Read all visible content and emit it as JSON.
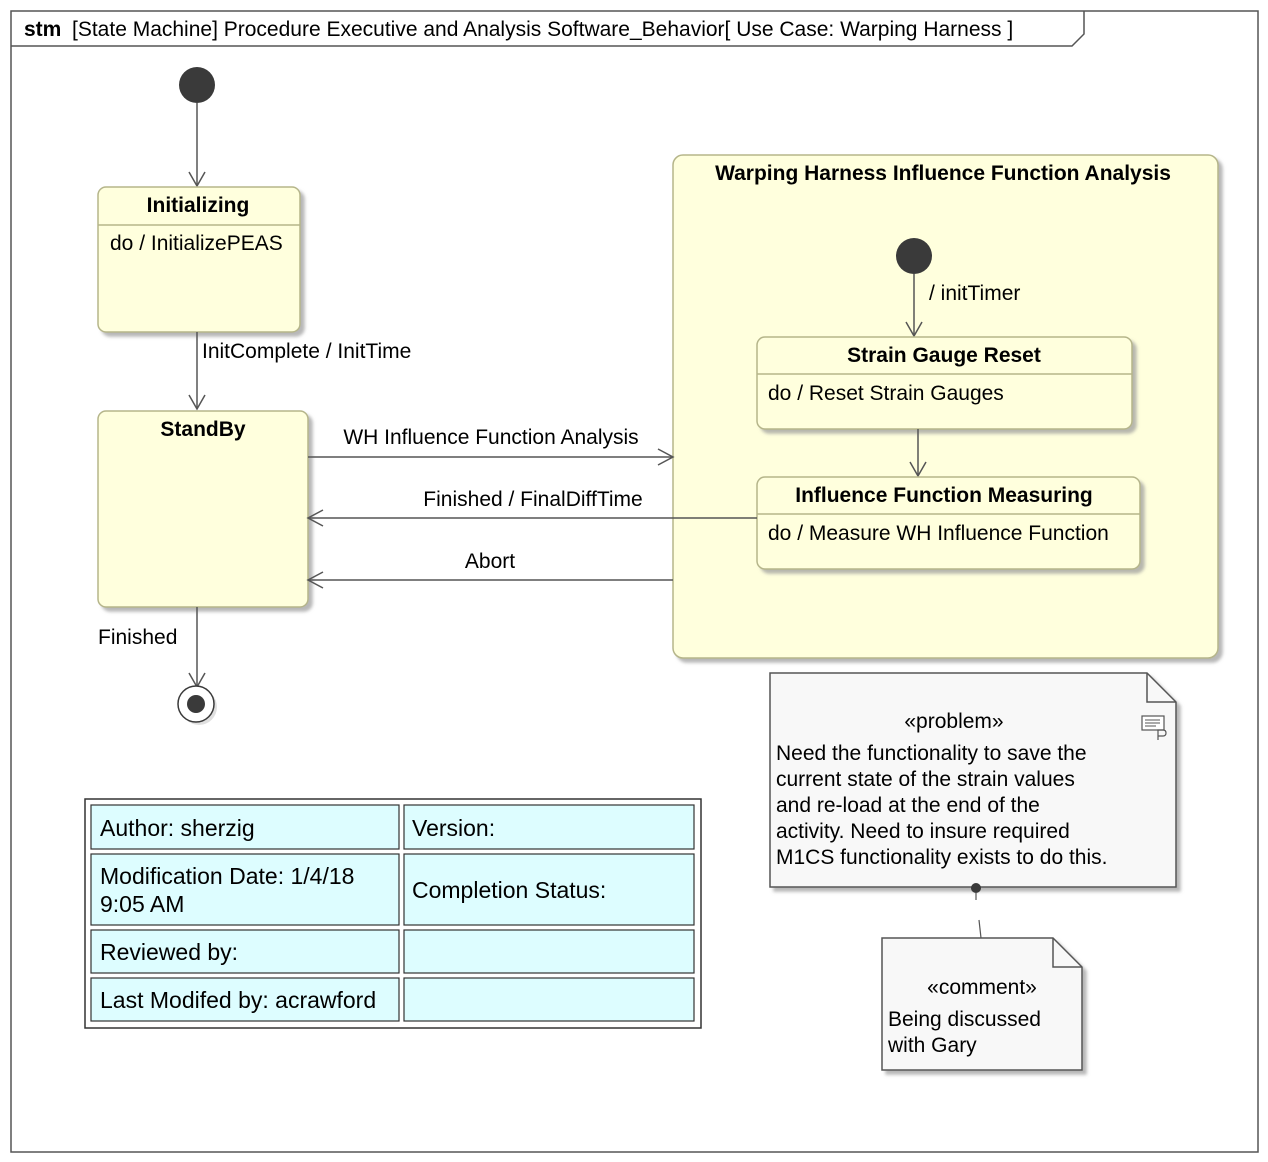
{
  "frame": {
    "keyword": "stm",
    "title": "[State Machine] Procedure Executive and Analysis Software_Behavior[ Use Case: Warping Harness ]"
  },
  "states": {
    "initializing": {
      "name": "Initializing",
      "activity": "do / InitializePEAS"
    },
    "standby": {
      "name": "StandBy"
    },
    "composite": {
      "name": "Warping Harness Influence Function Analysis"
    },
    "strain_gauge_reset": {
      "name": "Strain Gauge Reset",
      "activity": "do / Reset Strain Gauges"
    },
    "influence_measuring": {
      "name": "Influence Function Measuring",
      "activity": "do / Measure WH Influence Function"
    }
  },
  "transitions": {
    "init_complete": "InitComplete / InitTime",
    "wh_analysis": "WH Influence Function Analysis",
    "finished_final": "Finished / FinalDiffTime",
    "abort": "Abort",
    "finished": "Finished",
    "init_timer": "/ initTimer"
  },
  "notes": {
    "problem": {
      "stereotype": "«problem»",
      "lines": [
        "Need the functionality to save the",
        "current state of the strain values",
        "and re-load at the end of the",
        "activity. Need to insure required",
        "M1CS functionality exists to do this."
      ]
    },
    "comment": {
      "stereotype": "«comment»",
      "lines": [
        "Being discussed",
        "with Gary"
      ]
    }
  },
  "info_table": {
    "author": "Author: sherzig",
    "version": "Version:",
    "modification_line1": "Modification Date: 1/4/18",
    "modification_line2": "9:05 AM",
    "completion": "Completion Status:",
    "reviewed": "Reviewed by:",
    "last_modified": "Last Modifed by: acrawford"
  },
  "colors": {
    "state_fill": "#ffffdd",
    "state_border": "#b5b58a",
    "table_fill": "#ddfdff",
    "note_fill": "#f8f8f8",
    "node_fill": "#3a3a3a"
  }
}
